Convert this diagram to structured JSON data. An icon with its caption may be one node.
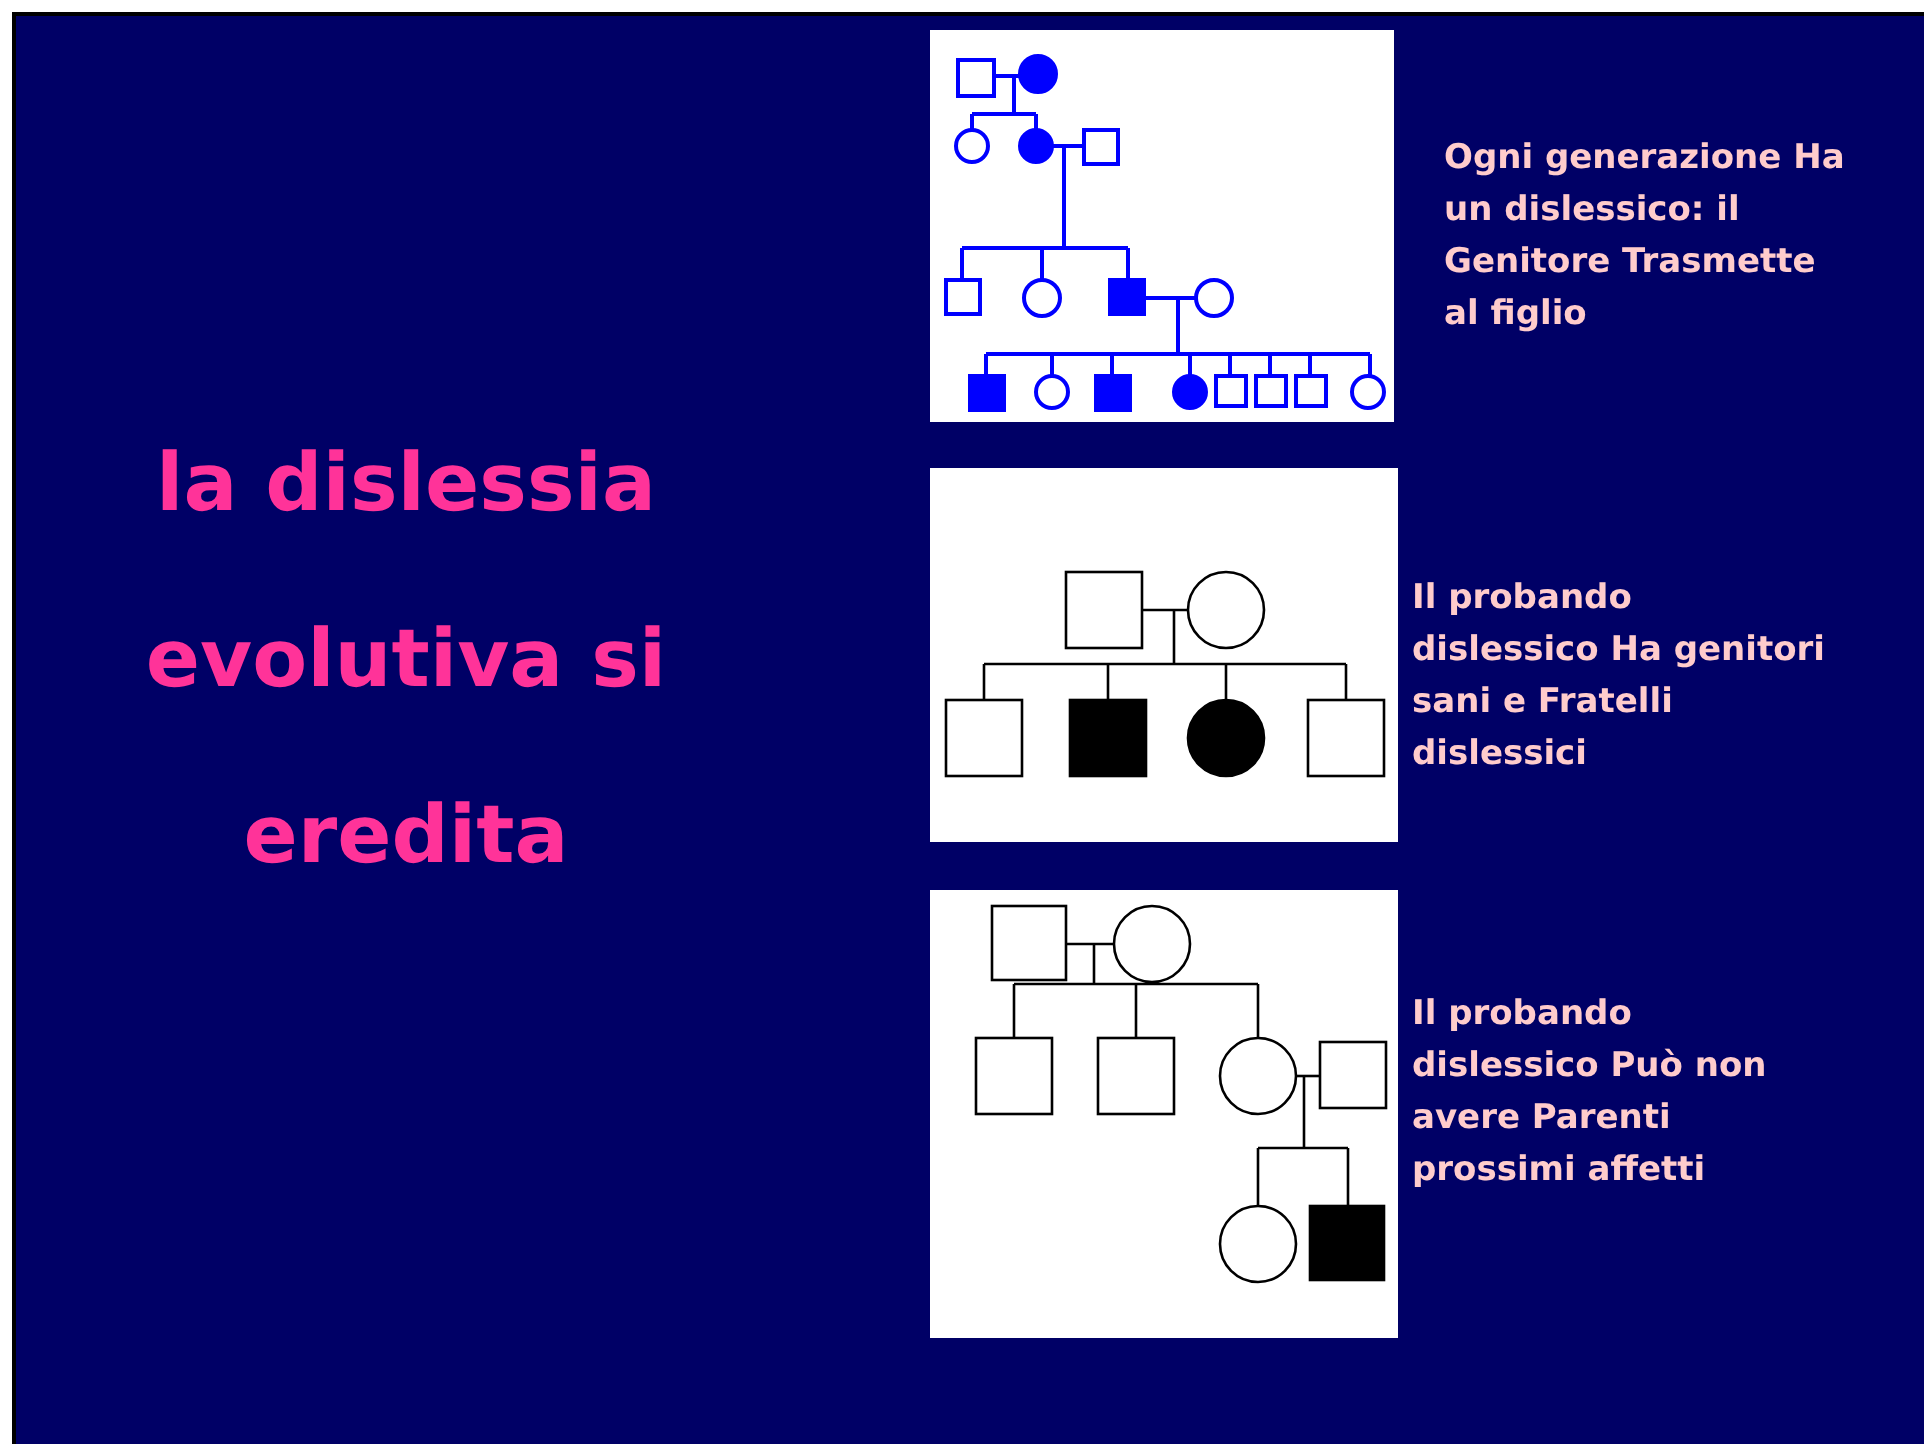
{
  "diagram": {
    "title": "la dislessia evolutiva si eredita",
    "labels": [
      "Ogni generazione Ha un dislessico: il Genitore Trasmette al figlio",
      "Il probando dislessico Ha genitori sani e Fratelli dislessici",
      "Il probando dislessico Può non avere Parenti prossimi affetti"
    ]
  }
}
